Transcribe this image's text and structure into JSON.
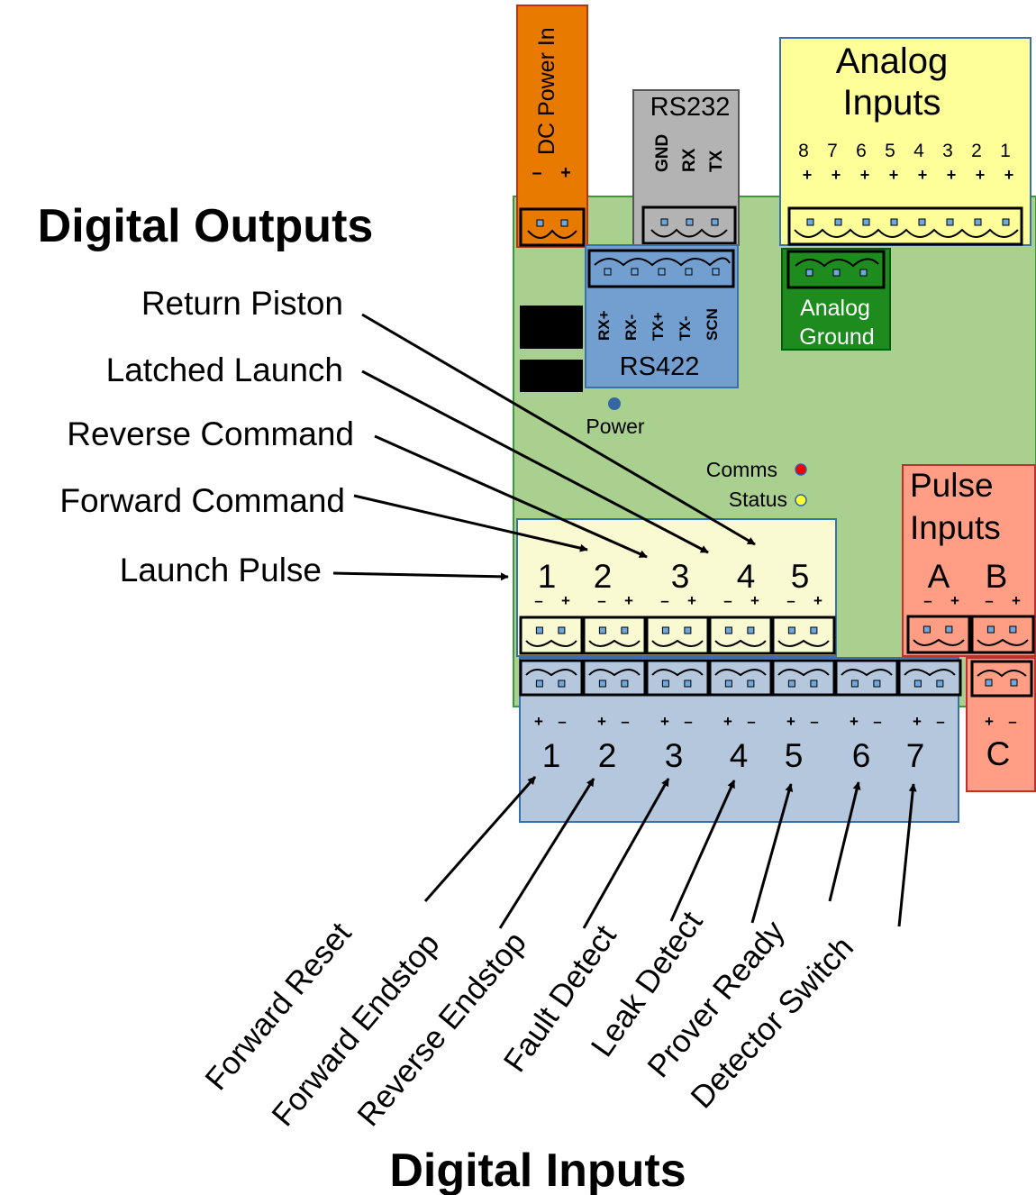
{
  "titles": {
    "digital_outputs": "Digital Outputs",
    "digital_inputs": "Digital Inputs"
  },
  "connectors": {
    "dc_power": {
      "label": "DC Power In",
      "minus": "–",
      "plus": "+"
    },
    "rs232": {
      "title": "RS232",
      "pins": [
        "GND",
        "RX",
        "TX"
      ]
    },
    "rs422": {
      "title": "RS422",
      "pins": [
        "RX+",
        "RX-",
        "TX+",
        "TX-",
        "SCN"
      ]
    },
    "analog_inputs": {
      "title_line1": "Analog",
      "title_line2": "Inputs",
      "numbers": [
        "8",
        "7",
        "6",
        "5",
        "4",
        "3",
        "2",
        "1"
      ],
      "plus": "+"
    },
    "analog_ground": {
      "line1": "Analog",
      "line2": "Ground"
    },
    "pulse_inputs": {
      "line1": "Pulse",
      "line2": "Inputs",
      "channels": [
        "A",
        "B"
      ],
      "channel_c": "C"
    }
  },
  "leds": {
    "power": "Power",
    "comms": "Comms",
    "status": "Status"
  },
  "output_numbers": [
    "1",
    "2",
    "3",
    "4",
    "5"
  ],
  "input_numbers": [
    "1",
    "2",
    "3",
    "4",
    "5",
    "6",
    "7"
  ],
  "minus": "–",
  "plus": "+",
  "digital_outputs": [
    "Return Piston",
    "Latched Launch",
    "Reverse Command",
    "Forward Command",
    "Launch Pulse"
  ],
  "digital_inputs": [
    "Forward Reset",
    "Forward Endstop",
    "Reverse Endstop",
    "Fault Detect",
    "Leak Detect",
    "Prover Ready",
    "Detector Switch"
  ],
  "colors": {
    "board": "#a9d08e",
    "dc_power": "#e97a00",
    "rs232": "#b3b3b3",
    "rs422": "#729fcf",
    "analog": "#ffff99",
    "analog_ground": "#1e8b1e",
    "pulse": "#ff9e85",
    "outputs": "#fafad2",
    "inputs": "#b4c7dc"
  }
}
